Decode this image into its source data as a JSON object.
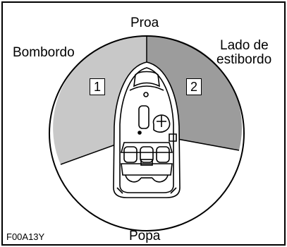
{
  "labels": {
    "bow": "Proa",
    "port": "Bombordo",
    "starboard_line1": "Lado de",
    "starboard_line2": "estibordo",
    "stern": "Popa",
    "zone1": "1",
    "zone2": "2",
    "figure_code": "F00A13Y"
  },
  "colors": {
    "zone1_fill": "#c8c8c8",
    "zone2_fill": "#9c9c9c",
    "outline": "#000000",
    "background": "#ffffff"
  }
}
